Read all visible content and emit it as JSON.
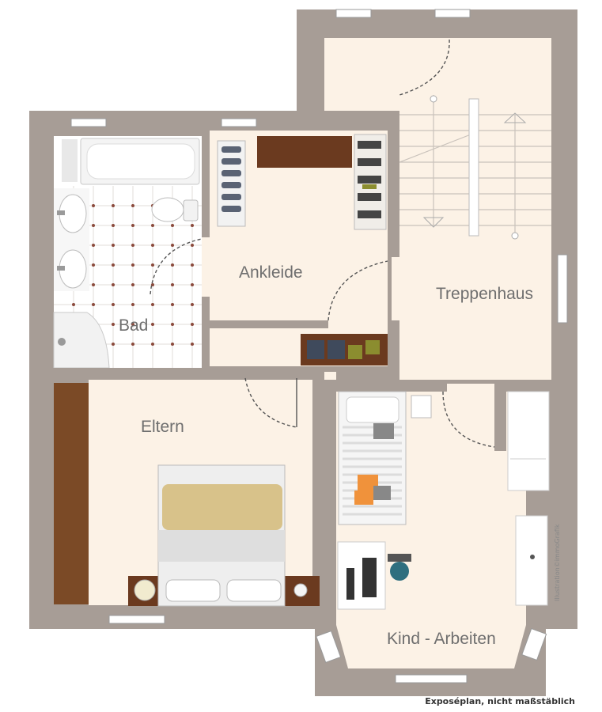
{
  "rooms": {
    "bad": "Bad",
    "ankleide": "Ankleide",
    "treppenhaus": "Treppenhaus",
    "eltern": "Eltern",
    "kind": "Kind - Arbeiten"
  },
  "caption": "Exposéplan, nicht maßstäblich",
  "credit": "Illustration©immoGrafik",
  "colors": {
    "wall": "#a79d96",
    "floor": "#fcf2e6",
    "tile_dot": "#8b4a3c",
    "wood": "#7b4a26"
  }
}
